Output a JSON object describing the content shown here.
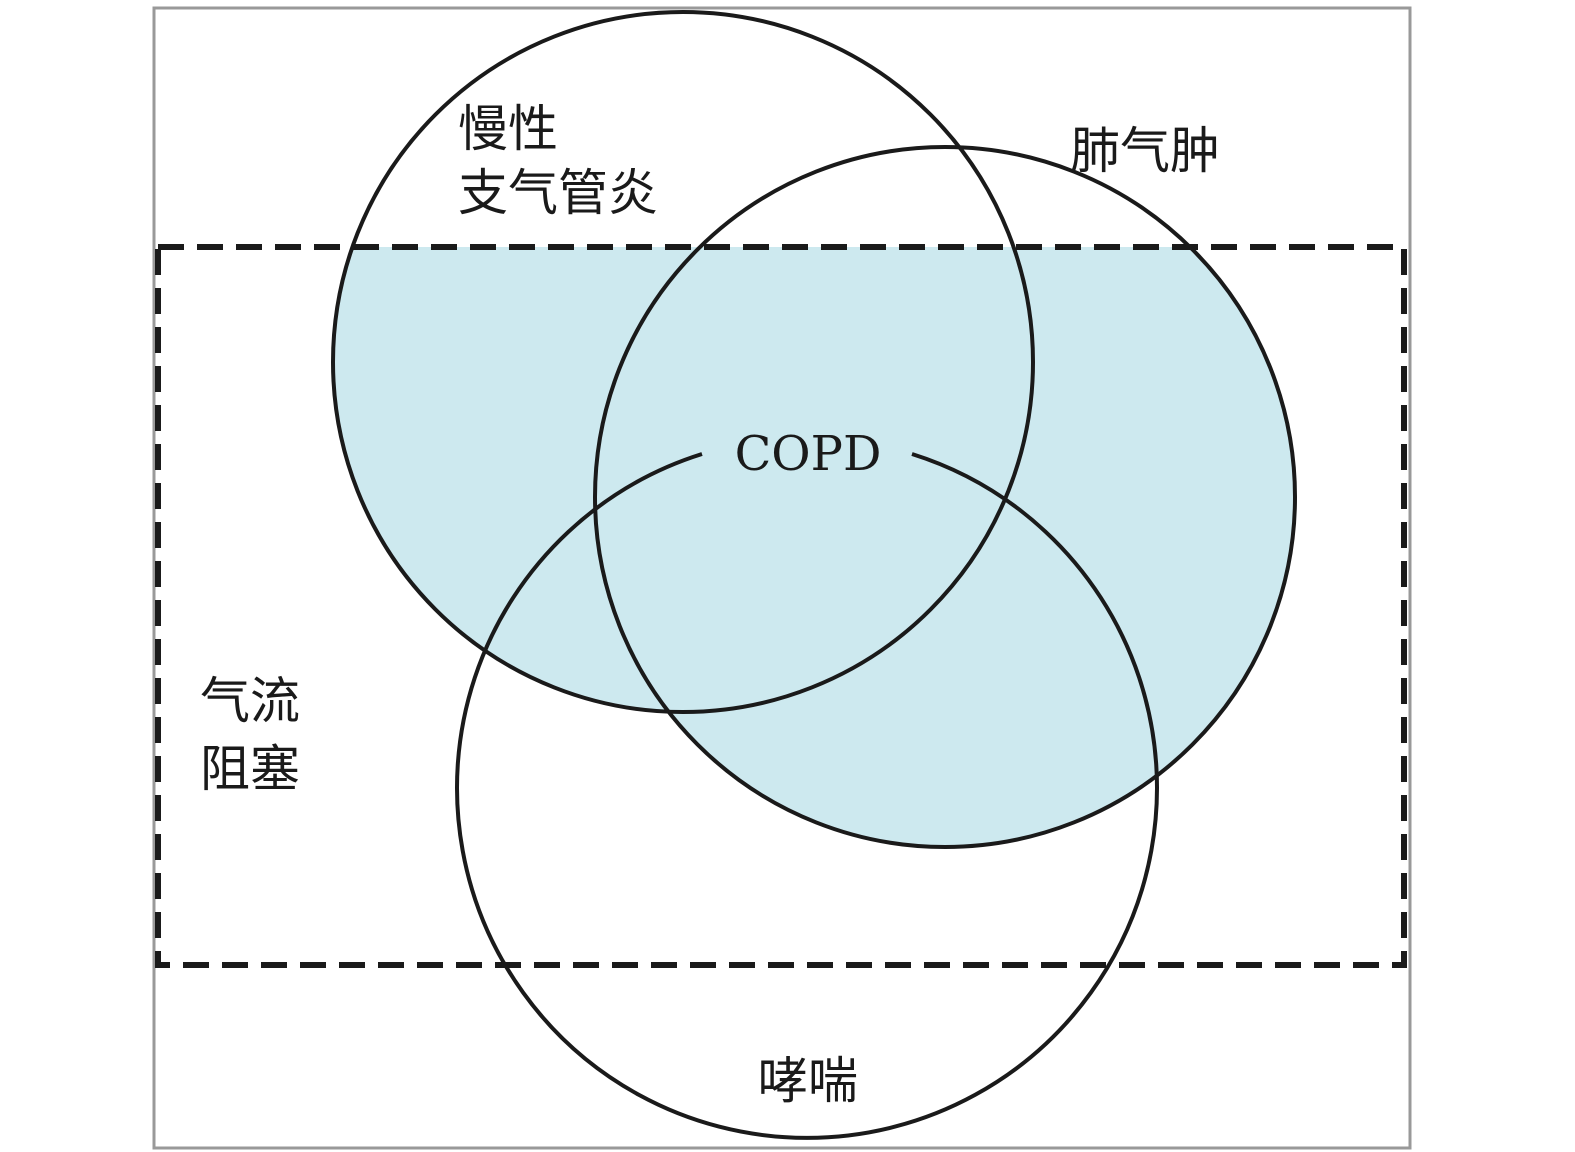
{
  "diagram": {
    "type": "venn",
    "colors": {
      "fill": "#cde9ef",
      "stroke": "#1a1a1a",
      "frame": "#999999",
      "background": "#ffffff"
    },
    "sets": {
      "bronchitis": {
        "line1": "慢性",
        "line2": "支气管炎"
      },
      "emphysema": {
        "label": "肺气肿"
      },
      "asthma": {
        "label": "哮喘"
      },
      "obstruction": {
        "line1": "气流",
        "line2": "阻塞"
      }
    },
    "center_label": "COPD"
  }
}
